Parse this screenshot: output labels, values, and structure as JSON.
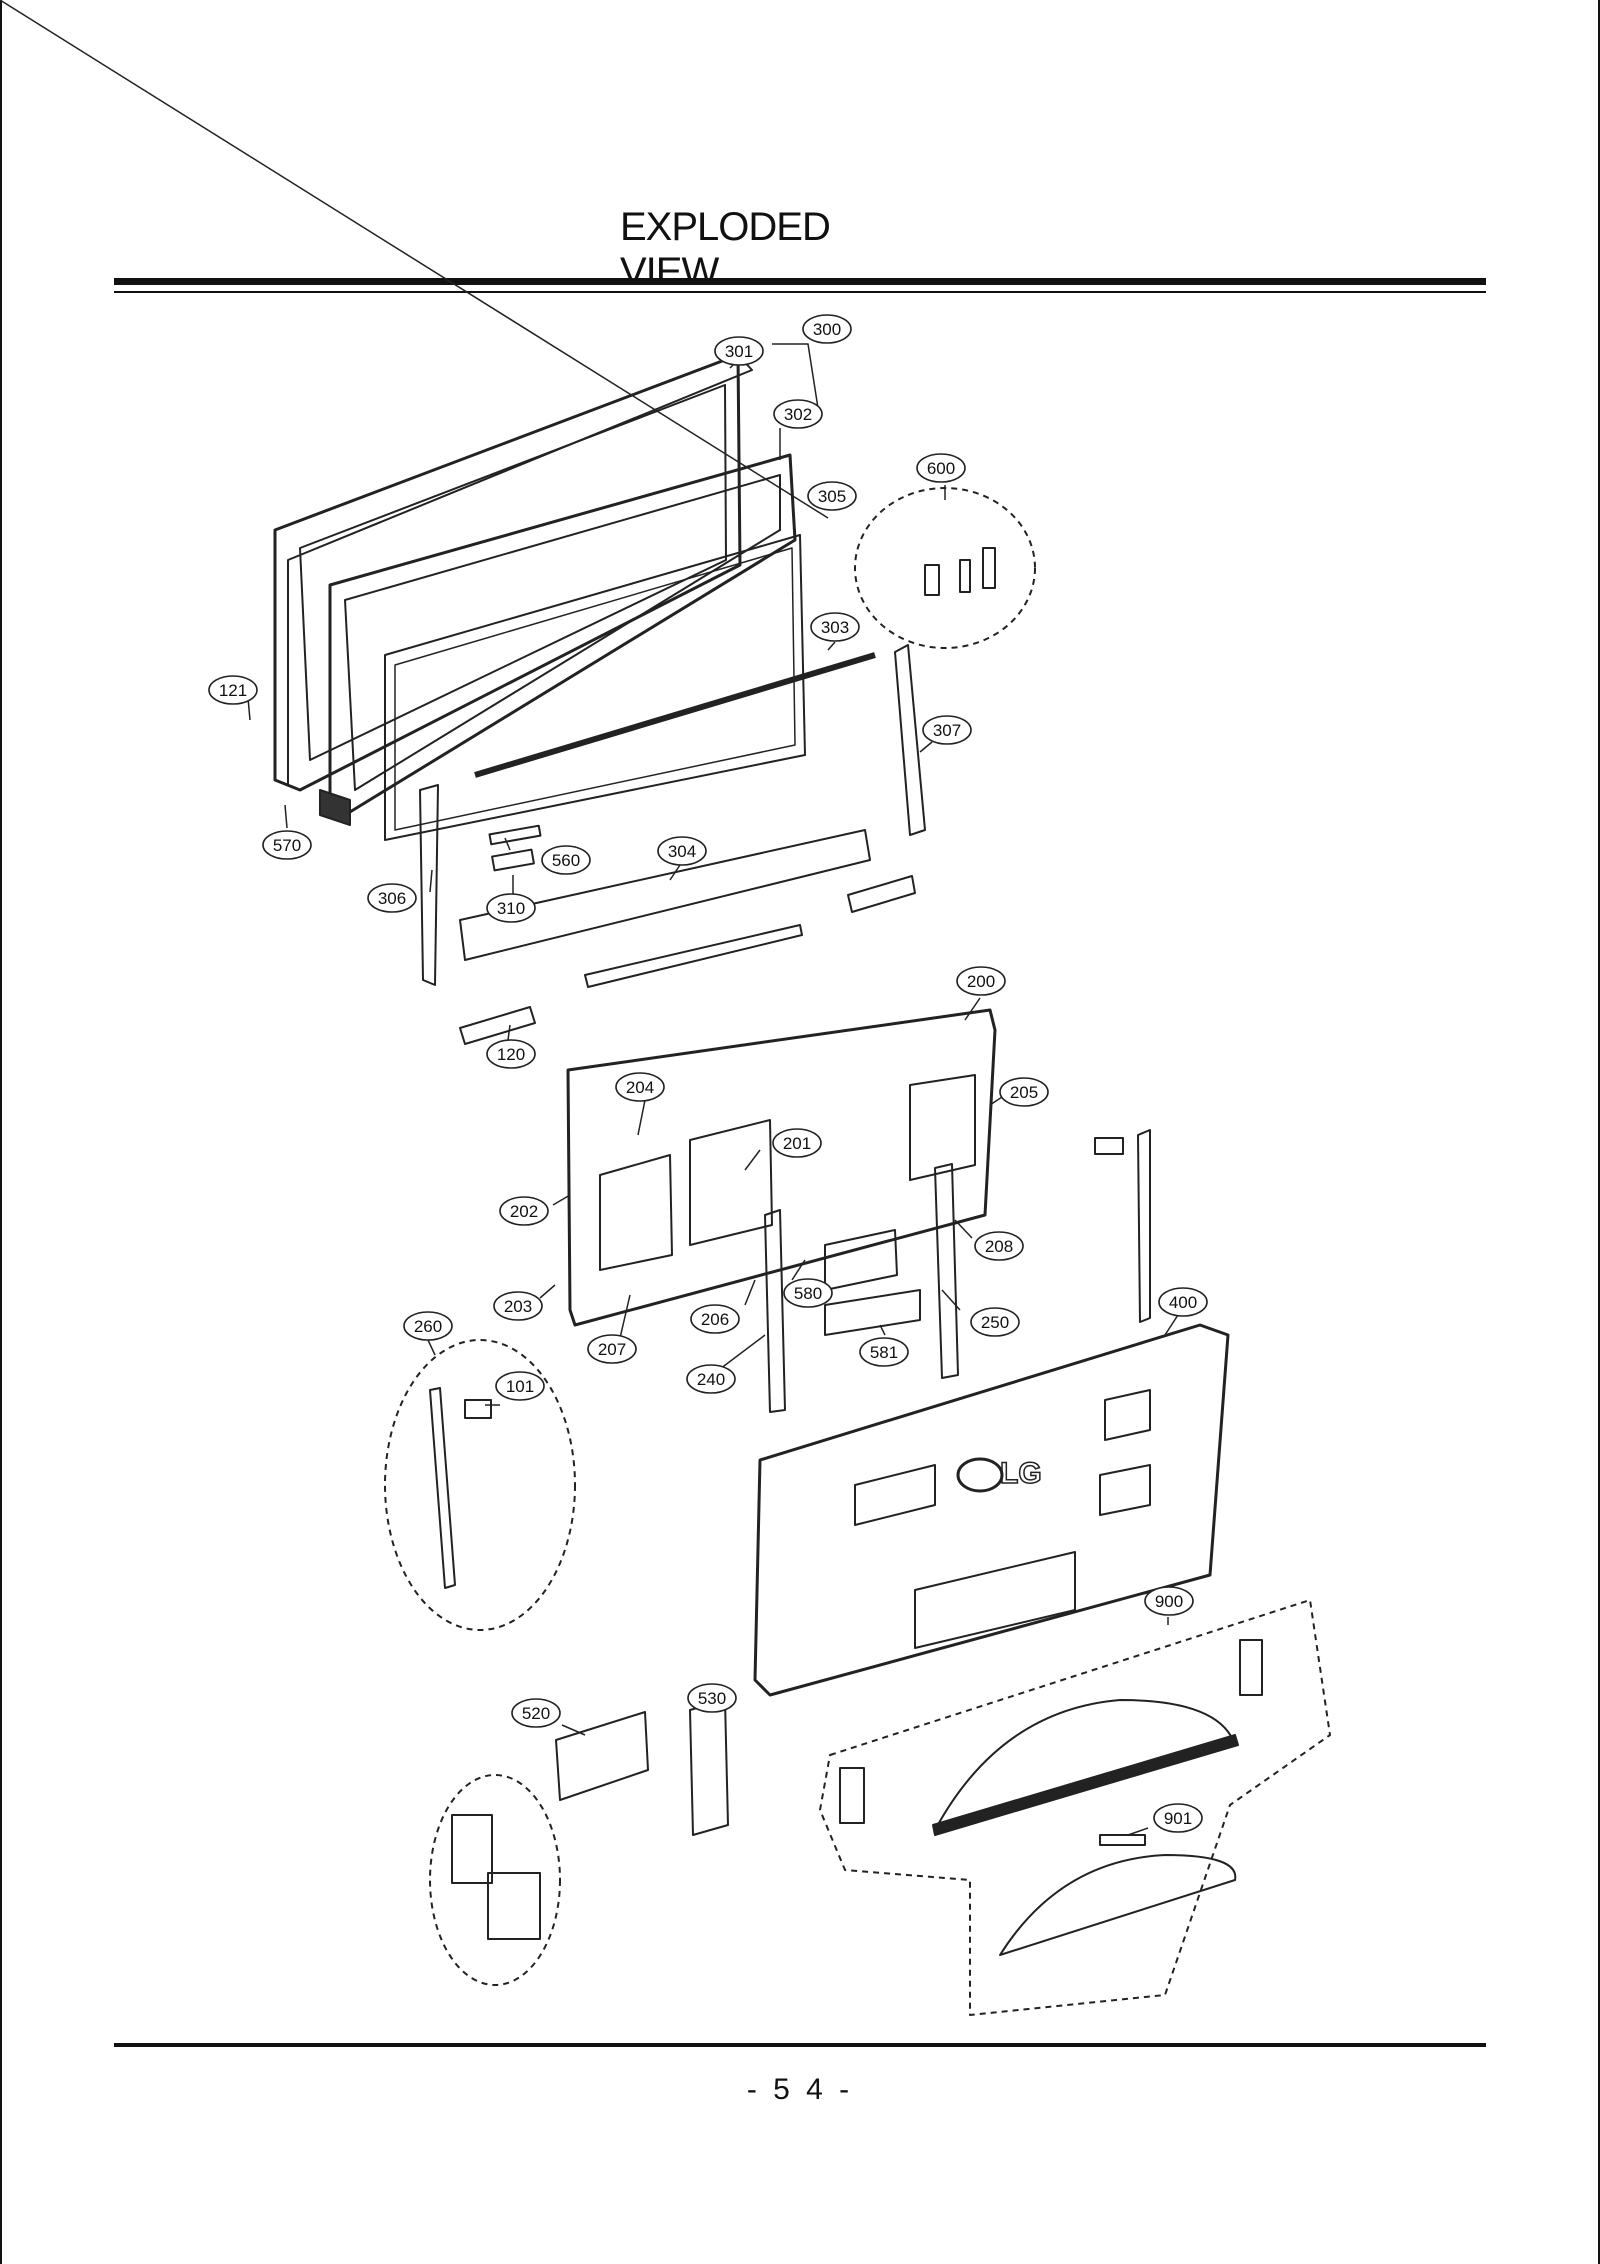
{
  "page": {
    "title": "EXPLODED VIEW",
    "page_number": "- 5 4 -"
  },
  "callouts": [
    {
      "id": "c300",
      "label": "300"
    },
    {
      "id": "c301",
      "label": "301"
    },
    {
      "id": "c302",
      "label": "302"
    },
    {
      "id": "c305",
      "label": "305"
    },
    {
      "id": "c600",
      "label": "600"
    },
    {
      "id": "c303",
      "label": "303"
    },
    {
      "id": "c307",
      "label": "307"
    },
    {
      "id": "c121",
      "label": "121"
    },
    {
      "id": "c570",
      "label": "570"
    },
    {
      "id": "c560",
      "label": "560"
    },
    {
      "id": "c304",
      "label": "304"
    },
    {
      "id": "c306",
      "label": "306"
    },
    {
      "id": "c310",
      "label": "310"
    },
    {
      "id": "c120",
      "label": "120"
    },
    {
      "id": "c200",
      "label": "200"
    },
    {
      "id": "c204",
      "label": "204"
    },
    {
      "id": "c205",
      "label": "205"
    },
    {
      "id": "c201",
      "label": "201"
    },
    {
      "id": "c202",
      "label": "202"
    },
    {
      "id": "c208",
      "label": "208"
    },
    {
      "id": "c580",
      "label": "580"
    },
    {
      "id": "c203",
      "label": "203"
    },
    {
      "id": "c206",
      "label": "206"
    },
    {
      "id": "c250",
      "label": "250"
    },
    {
      "id": "c400",
      "label": "400"
    },
    {
      "id": "c260",
      "label": "260"
    },
    {
      "id": "c207",
      "label": "207"
    },
    {
      "id": "c581",
      "label": "581"
    },
    {
      "id": "c240",
      "label": "240"
    },
    {
      "id": "c101",
      "label": "101"
    },
    {
      "id": "c900",
      "label": "900"
    },
    {
      "id": "c520",
      "label": "520"
    },
    {
      "id": "c530",
      "label": "530"
    },
    {
      "id": "c901",
      "label": "901"
    }
  ],
  "logo_text": "LG"
}
